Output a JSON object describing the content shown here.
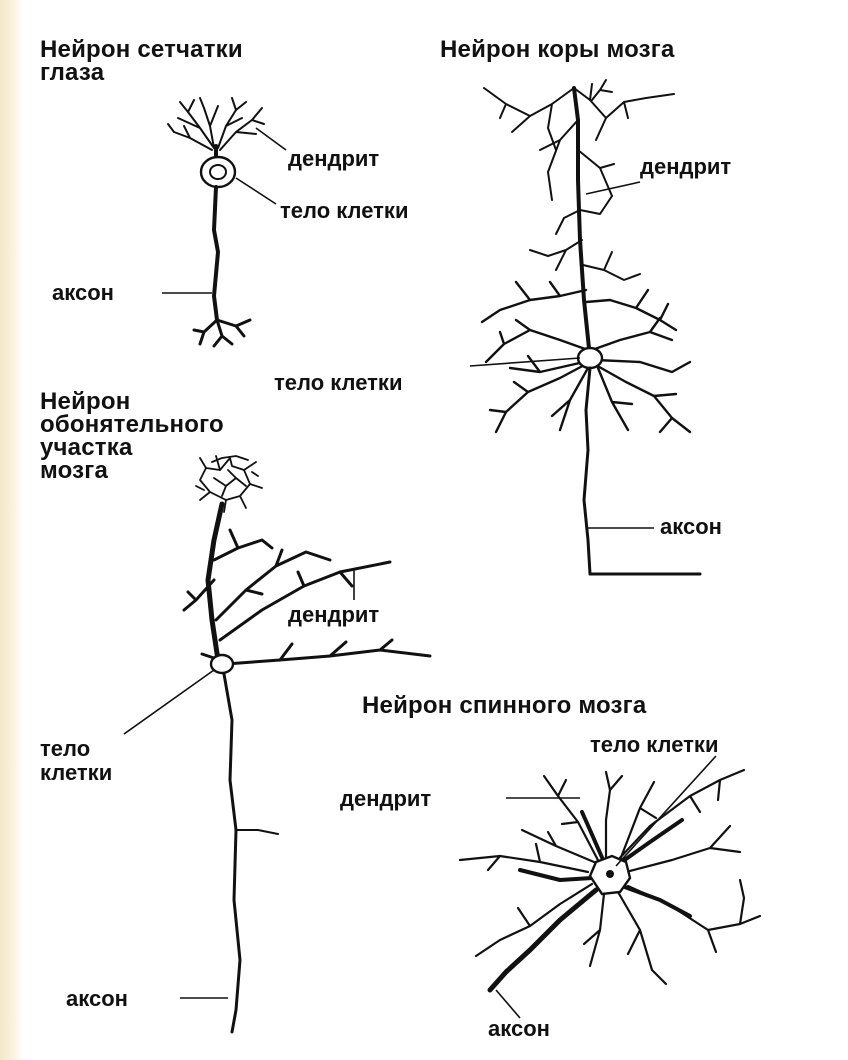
{
  "colors": {
    "background": "#ffffff",
    "left_border": "#f3e7c9",
    "ink": "#111111"
  },
  "diagram": {
    "retina": {
      "title_line1": "Нейрон  сетчатки",
      "title_line2": "глаза",
      "dendrite": "дендрит",
      "cell_body": "тело клетки",
      "axon": "аксон"
    },
    "cortex": {
      "title": "Нейрон коры мозга",
      "dendrite": "дендрит",
      "cell_body": "тело клетки",
      "axon": "аксон"
    },
    "olfactory": {
      "title_line1": "Нейрон",
      "title_line2": "обонятельного",
      "title_line3": "участка",
      "title_line4": "мозга",
      "dendrite": "дендрит",
      "cell_body_line1": "тело",
      "cell_body_line2": "клетки",
      "axon": "аксон"
    },
    "spinal": {
      "title": "Нейрон спинного мозга",
      "cell_body": "тело клетки",
      "dendrite": "дендрит",
      "axon": "аксон"
    }
  }
}
